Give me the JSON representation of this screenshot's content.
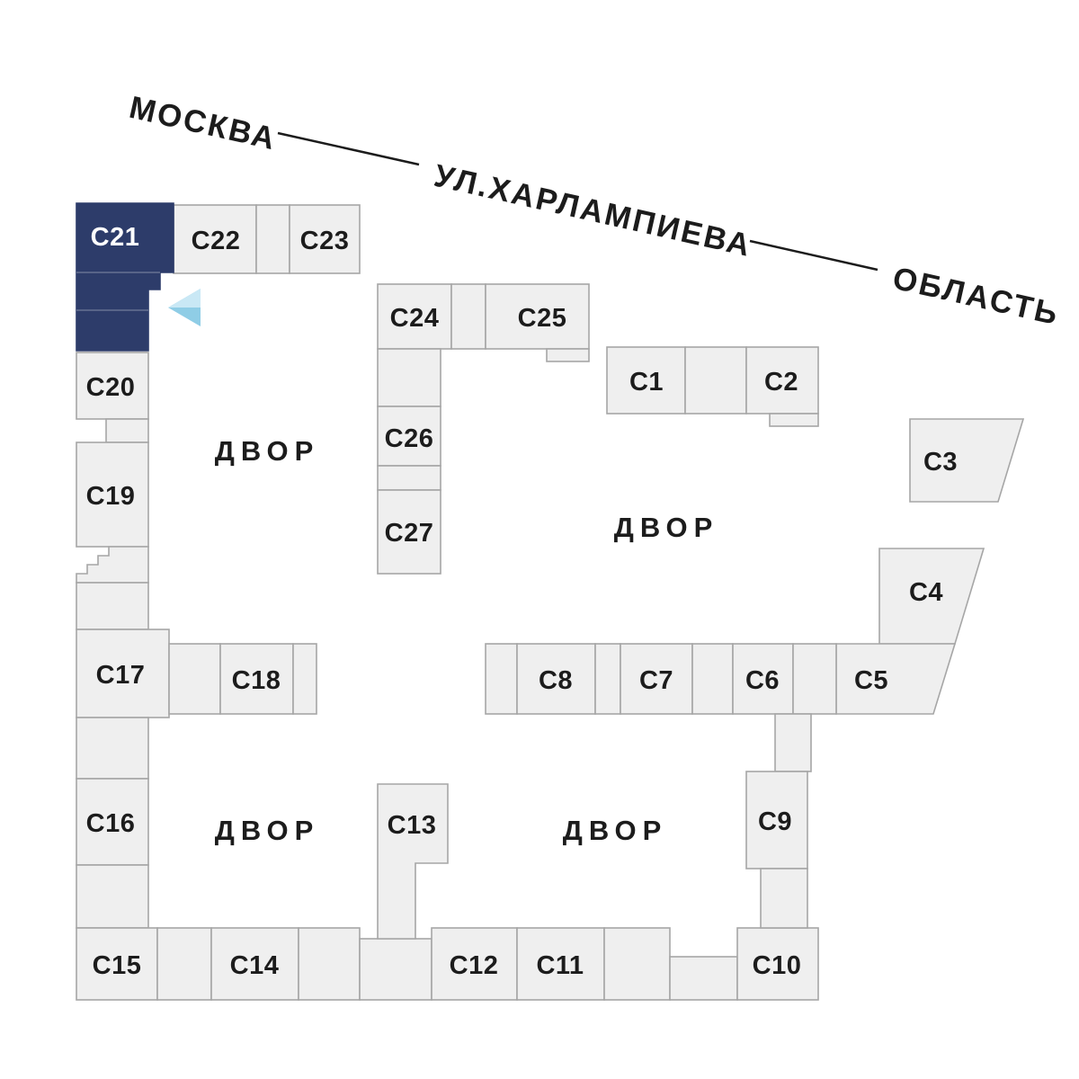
{
  "plan": {
    "street": {
      "city": "МОСКВА",
      "name": "УЛ.ХАРЛАМПИЕВА",
      "region": "ОБЛАСТЬ"
    },
    "courtyard": "ДВОР",
    "selected": "С21",
    "selected_marker": "left-arrow"
  },
  "colors": {
    "background": "#ffffff",
    "block-fill": "#efefef",
    "block-stroke": "#a6a6a6",
    "highlight": "#2d3c6a",
    "arrow": "#8fcde6",
    "arrow-light": "#c9e8f5",
    "text": "#1c1c1c"
  },
  "buildings": [
    {
      "id": "C1",
      "label": "С1"
    },
    {
      "id": "C2",
      "label": "С2"
    },
    {
      "id": "C3",
      "label": "С3"
    },
    {
      "id": "C4",
      "label": "С4"
    },
    {
      "id": "C5",
      "label": "С5"
    },
    {
      "id": "C6",
      "label": "С6"
    },
    {
      "id": "C7",
      "label": "С7"
    },
    {
      "id": "C8",
      "label": "С8"
    },
    {
      "id": "C9",
      "label": "С9"
    },
    {
      "id": "C10",
      "label": "С10"
    },
    {
      "id": "C11",
      "label": "С11"
    },
    {
      "id": "C12",
      "label": "С12"
    },
    {
      "id": "C13",
      "label": "С13"
    },
    {
      "id": "C14",
      "label": "С14"
    },
    {
      "id": "C15",
      "label": "С15"
    },
    {
      "id": "C16",
      "label": "С16"
    },
    {
      "id": "C17",
      "label": "С17"
    },
    {
      "id": "C18",
      "label": "С18"
    },
    {
      "id": "C19",
      "label": "С19"
    },
    {
      "id": "C20",
      "label": "С20"
    },
    {
      "id": "C21",
      "label": "С21",
      "highlighted": true
    },
    {
      "id": "C22",
      "label": "С22"
    },
    {
      "id": "C23",
      "label": "С23"
    },
    {
      "id": "C24",
      "label": "С24"
    },
    {
      "id": "C25",
      "label": "С25"
    },
    {
      "id": "C26",
      "label": "С26"
    },
    {
      "id": "C27",
      "label": "С27"
    }
  ]
}
